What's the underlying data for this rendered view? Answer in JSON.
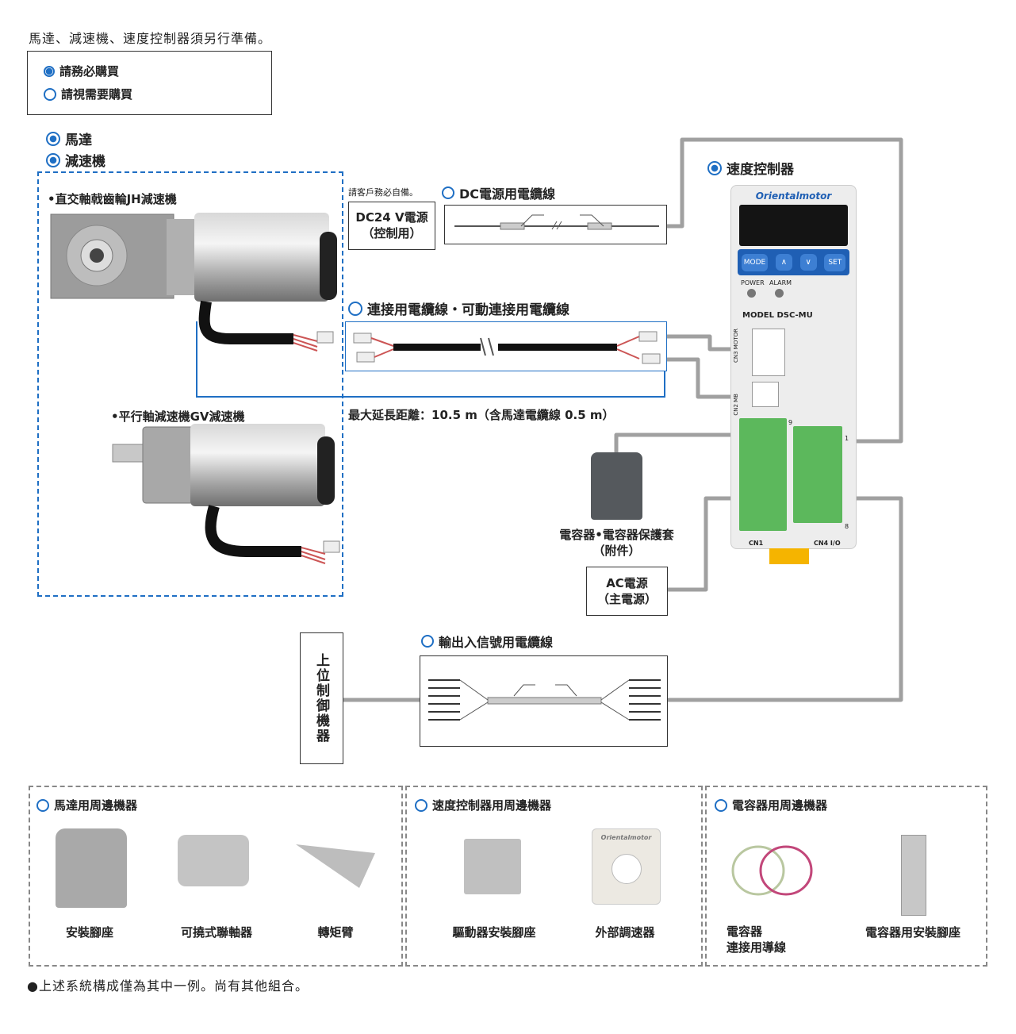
{
  "header": {
    "note": "馬達、減速機、速度控制器須另行準備。"
  },
  "legend": {
    "required": "請務必購買",
    "optional": "請視需要購買"
  },
  "motor_section": {
    "motor": "馬達",
    "gearhead": "減速機",
    "jh_title": "•直交軸戟齒輪JH減速機",
    "gv_title": "•平行軸減速機GV減速機"
  },
  "dc_power": {
    "note": "請客戶務必自備。",
    "box": "DC24 V電源\n（控制用）",
    "cable": "DC電源用電纜線"
  },
  "connection_cable": {
    "label": "連接用電纜線・可動連接用電纜線",
    "max_length": "最大延長距離：10.5 m（含馬達電纜線 0.5 m）"
  },
  "controller": {
    "label": "速度控制器",
    "brand": "Orientalmotor",
    "buttons": [
      "MODE",
      "∧",
      "∨",
      "SET"
    ],
    "power_label": "POWER",
    "alarm_label": "ALARM",
    "model": "MODEL DSC-MU",
    "cn3": "CN3 MOTOR",
    "cn2": "CN2 MB",
    "cn1": "CN1",
    "cn4": "CN4 I/O",
    "pin1": "1",
    "pin8": "8",
    "pin9": "9"
  },
  "capacitor": {
    "label": "電容器•電容器保護套\n（附件）"
  },
  "ac_power": {
    "box": "AC電源\n（主電源）"
  },
  "io_cable": {
    "label": "輸出入信號用電纜線"
  },
  "host": {
    "box": "上位制御機器"
  },
  "peripherals": {
    "motor": {
      "title": "馬達用周邊機器",
      "items": [
        "安裝腳座",
        "可撓式聯軸器",
        "轉矩臂"
      ]
    },
    "controller": {
      "title": "速度控制器用周邊機器",
      "items": [
        "驅動器安裝腳座",
        "外部調速器"
      ]
    },
    "capacitor": {
      "title": "電容器用周邊機器",
      "items": [
        "電容器\n連接用導線",
        "電容器用安裝腳座"
      ]
    },
    "ext_speed_brand": "Orientalmotor"
  },
  "footer": {
    "note": "●上述系統構成僅為其中一例。尚有其他組合。"
  },
  "colors": {
    "accent_blue": "#1f6fc4",
    "cable_gray": "#9a9a9a",
    "terminal_green": "#5cb85c",
    "terminal_orange": "#f08a24"
  }
}
